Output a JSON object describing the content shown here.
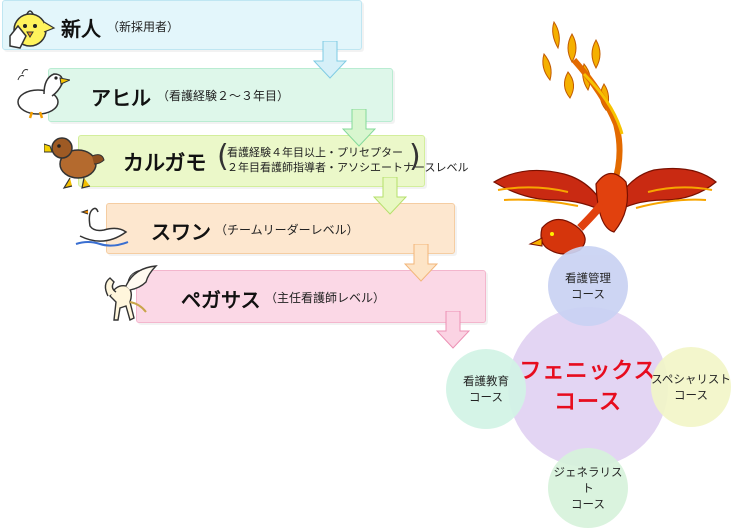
{
  "steps": [
    {
      "title": "新人",
      "sub": "（新採用者）",
      "color": "#e3f6fb"
    },
    {
      "title": "アヒル",
      "sub": "（看護経験２～３年目）",
      "color": "#def7ea"
    },
    {
      "title": "カルガモ",
      "sub_lines": [
        "看護経験４年目以上・プリセプター",
        "２年目看護師指導者・アソシエートナースレベル"
      ],
      "color": "#ebf8c9"
    },
    {
      "title": "スワン",
      "sub": "（チームリーダーレベル）",
      "color": "#fde7cf"
    },
    {
      "title": "ペガサス",
      "sub": "（主任看護師レベル）",
      "color": "#fbd8e6"
    }
  ],
  "circles": {
    "center": {
      "lines": [
        "フェニックス",
        "コース"
      ],
      "color": "#e2d3f3"
    },
    "top": {
      "lines": [
        "看護管理",
        "コース"
      ],
      "color": "#c9d2f3"
    },
    "left": {
      "lines": [
        "看護教育",
        "コース"
      ],
      "color": "#d2f4e6"
    },
    "right": {
      "lines": [
        "スペシャリスト",
        "コース"
      ],
      "color": "#f2f6c8"
    },
    "bottom": {
      "lines": [
        "ジェネラリスト",
        "コース"
      ],
      "color": "#d7f3dc"
    }
  },
  "icons": [
    "chick-icon",
    "duck-icon",
    "spot-billed-duck-icon",
    "swan-icon",
    "pegasus-icon",
    "phoenix-icon"
  ]
}
